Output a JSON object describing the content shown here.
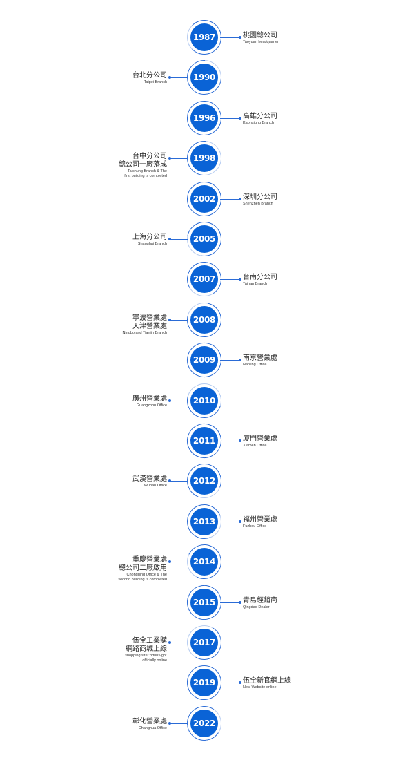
{
  "colors": {
    "accent": "#0a63d6",
    "ring": "#2a6bd6",
    "spine": "#c9d6e6",
    "text": "#222222"
  },
  "milestones": [
    {
      "year": "1987",
      "side": "right",
      "zh": [
        "桃園總公司"
      ],
      "en": [
        "Taoyuan headquarter"
      ]
    },
    {
      "year": "1990",
      "side": "left",
      "zh": [
        "台北分公司"
      ],
      "en": [
        "Taipei Branch"
      ]
    },
    {
      "year": "1996",
      "side": "right",
      "zh": [
        "高雄分公司"
      ],
      "en": [
        "Kaohsiung Branch"
      ]
    },
    {
      "year": "1998",
      "side": "left",
      "zh": [
        "台中分公司",
        "總公司一廠落成"
      ],
      "en": [
        "Taichung Branch & The",
        "first building is completed"
      ]
    },
    {
      "year": "2002",
      "side": "right",
      "zh": [
        "深圳分公司"
      ],
      "en": [
        "Shenzhen Branch"
      ]
    },
    {
      "year": "2005",
      "side": "left",
      "zh": [
        "上海分公司"
      ],
      "en": [
        "Shanghai Branch"
      ]
    },
    {
      "year": "2007",
      "side": "right",
      "zh": [
        "台南分公司"
      ],
      "en": [
        "Tainan Branch"
      ]
    },
    {
      "year": "2008",
      "side": "left",
      "zh": [
        "寧波營業處",
        "天津營業處"
      ],
      "en": [
        "Ningbo and Tianjin Branch"
      ]
    },
    {
      "year": "2009",
      "side": "right",
      "zh": [
        "南京營業處"
      ],
      "en": [
        "Nanjing Office"
      ]
    },
    {
      "year": "2010",
      "side": "left",
      "zh": [
        "廣州營業處"
      ],
      "en": [
        "Guangzhou Office"
      ]
    },
    {
      "year": "2011",
      "side": "right",
      "zh": [
        "廈門營業處"
      ],
      "en": [
        "Xiamen Office"
      ]
    },
    {
      "year": "2012",
      "side": "left",
      "zh": [
        "武漢營業處"
      ],
      "en": [
        "Wuhan Office"
      ]
    },
    {
      "year": "2013",
      "side": "right",
      "zh": [
        "福州營業處"
      ],
      "en": [
        "Fuzhou Office"
      ]
    },
    {
      "year": "2014",
      "side": "left",
      "zh": [
        "重慶營業處",
        "總公司二廠啟用"
      ],
      "en": [
        "Chongqing Office & The",
        "second building is completed"
      ]
    },
    {
      "year": "2015",
      "side": "right",
      "zh": [
        "青島經銷商"
      ],
      "en": [
        "Qingdao Dealer"
      ]
    },
    {
      "year": "2017",
      "side": "left",
      "zh": [
        "伍全工業購",
        "網路商城上線"
      ],
      "en": [
        "shopping site \"nduus-go\"",
        "officially online"
      ]
    },
    {
      "year": "2019",
      "side": "right",
      "zh": [
        "伍全新官網上線"
      ],
      "en": [
        "New Website online"
      ]
    },
    {
      "year": "2022",
      "side": "left",
      "zh": [
        "彰化營業處"
      ],
      "en": [
        "Changhua Office"
      ]
    }
  ]
}
